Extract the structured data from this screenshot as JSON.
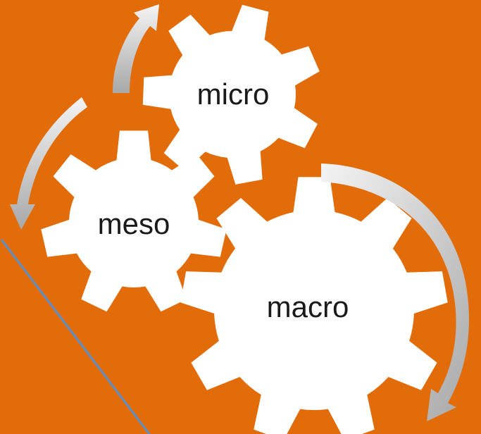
{
  "diagram": {
    "title": "",
    "background_color": "#E36C0A",
    "gear_color": "#FFFFFF",
    "arrow_color_light": "#F2F2F2",
    "arrow_color_dark": "#A6A6A6",
    "line_color": "#4F81BD",
    "gears": [
      {
        "id": "micro",
        "label": "micro"
      },
      {
        "id": "meso",
        "label": "meso"
      },
      {
        "id": "macro",
        "label": "macro"
      }
    ],
    "arrows": [
      {
        "id": "arrow-to-micro",
        "direction": "up"
      },
      {
        "id": "arrow-from-meso",
        "direction": "down-left"
      },
      {
        "id": "arrow-around-macro",
        "direction": "clockwise-down"
      }
    ]
  }
}
